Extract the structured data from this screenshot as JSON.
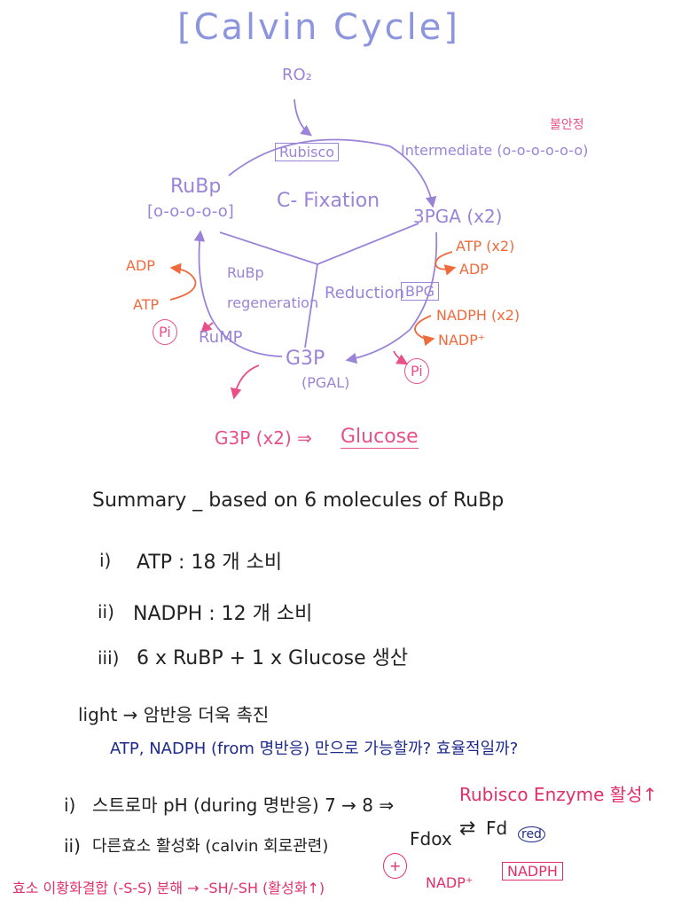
{
  "title": "[Calvin Cycle]",
  "diagram": {
    "input": "RO₂",
    "enzyme": "Rubisco",
    "intermediate": "Intermediate (o-o-o-o-o-o)",
    "intermediate_note": "불안정",
    "rubp_label": "RuBp",
    "rubp_chain": "[o-o-o-o-o]",
    "center": "C- Fixation",
    "pga": "3PGA (x2)",
    "atp_in_right": "ATP (x2)",
    "adp_out_right": "ADP",
    "bpg": "BPG",
    "nadph_in": "NADPH (x2)",
    "nadp_out": "NADP⁺",
    "pi_right": "Pi",
    "reduction": "Reduction",
    "regen_1": "RuBp",
    "regen_2": "regeneration",
    "adp_left": "ADP",
    "atp_left": "ATP",
    "pi_left": "Pi",
    "rump": "RuMP",
    "g3p": "G3P",
    "pgal": "(PGAL)",
    "glucose_eq": "G3P (x2) ⇒",
    "glucose": "Glucose"
  },
  "notes": {
    "summary": "Summary _ based on 6 molecules of RuBp",
    "item1_num": "i)",
    "item1": "ATP : 18 개 소비",
    "item2_num": "ii)",
    "item2": "NADPH : 12 개 소비",
    "item3_num": "iii)",
    "item3": "6 x RuBP + 1 x Glucose 생산",
    "light": "light → 암반응 더욱 촉진",
    "question": "ATP, NADPH (from 명반응) 만으로 가능할까? 효율적일까?",
    "p1_num": "i)",
    "p1": "스트로마 pH (during 명반응) 7 → 8 ⇒",
    "p1_red": "Rubisco Enzyme 활성↑",
    "p2_num": "ii)",
    "p2": "다른효소 활성화 (calvin 회로관련)",
    "fd_left": "Fdox",
    "fd_arrows": "⇄",
    "fd_right": "Fd",
    "fd_red": "red",
    "bottom": "효소 이황화결합 (-S-S) 분해 → -SH/-SH (활성화↑)",
    "plus": "+",
    "napp": "NADP⁺",
    "nadph_box": "NADPH"
  },
  "colors": {
    "title": "#8c95dd",
    "purple": "#9b84d8",
    "orange": "#ef6a3c",
    "pink": "#e8508a",
    "navy": "#1e2a8a",
    "red": "#e0306a"
  }
}
